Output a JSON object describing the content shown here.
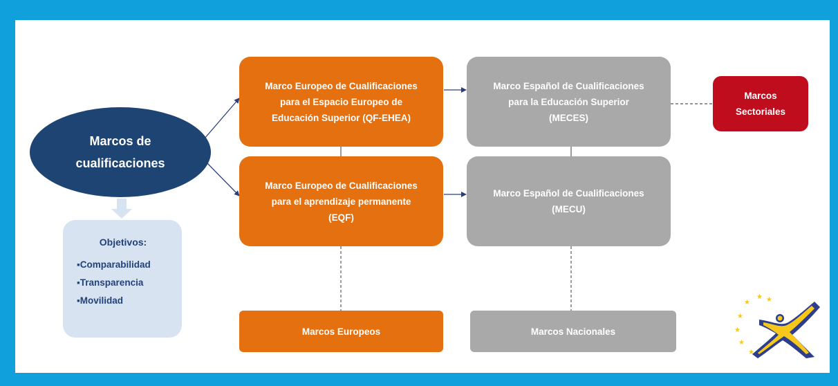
{
  "diagram": {
    "central": {
      "lines": [
        "Marcos de",
        "cualificaciones"
      ]
    },
    "objectives": {
      "title": "Objetivos:",
      "items": [
        "▪Comparabilidad",
        "▪Transparencia",
        "▪Movilidad"
      ]
    },
    "qf_ehea": {
      "lines": [
        "Marco Europeo de Cualificaciones",
        "para el Espacio Europeo de",
        "Educación Superior (QF-EHEA)"
      ]
    },
    "eqf": {
      "lines": [
        "Marco Europeo de Cualificaciones",
        "para el aprendizaje permanente",
        "(EQF)"
      ]
    },
    "meces": {
      "lines": [
        "Marco Español de Cualificaciones",
        "para la Educación Superior",
        "(MECES)"
      ]
    },
    "mecu": {
      "lines": [
        "Marco Español de Cualificaciones",
        "(MECU)"
      ]
    },
    "sectoriales": {
      "lines": [
        "Marcos",
        "Sectoriales"
      ]
    },
    "marcos_europeos": {
      "label": "Marcos Europeos"
    },
    "marcos_nacionales": {
      "label": "Marcos Nacionales"
    }
  },
  "colors": {
    "frame": "#10a0dc",
    "orange": "#e5700f",
    "gray": "#a9a9a9",
    "red": "#c00d1e",
    "navy": "#1d4473",
    "light_blue": "#d7e3f1",
    "logo_blue": "#2c3e8c",
    "logo_yellow": "#f7c81c"
  },
  "icons": [
    "down-arrow-icon",
    "europass-logo-icon"
  ]
}
